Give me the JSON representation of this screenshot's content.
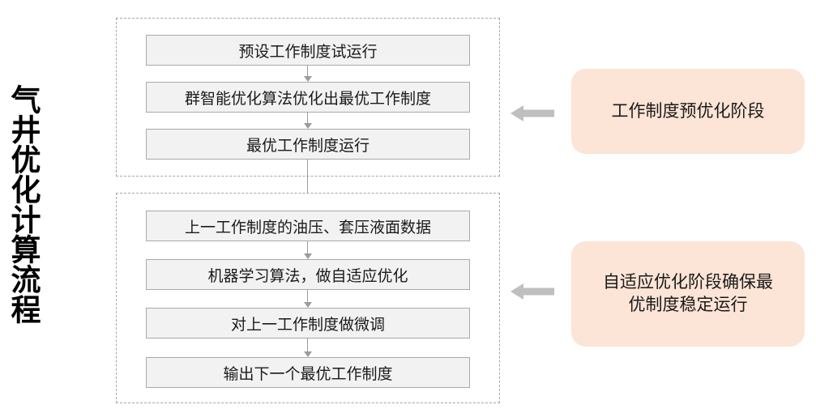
{
  "title": "气井优化计算流程",
  "stage1": {
    "boxes": [
      "预设工作制度试运行",
      "群智能优化算法优化出最优工作制度",
      "最优工作制度运行"
    ],
    "annotation": "工作制度预优化阶段"
  },
  "stage2": {
    "boxes": [
      "上一工作制度的油压、套压液面数据",
      "机器学习算法，做自适应优化",
      "对上一工作制度做微调",
      "输出下一个最优工作制度"
    ],
    "annotation_line1": "自适应优化阶段确保最",
    "annotation_line2": "优制度稳定运行"
  },
  "colors": {
    "box_fill": "#F2F2F2",
    "box_border": "#A9A9A9",
    "container_border_dashed": "#A6A6A6",
    "connector_arrow": "#9C9C9C",
    "annotation_arrow": "#BFBFBF",
    "annotation_fill": "#FCE4D6",
    "text": "#1A1A1A",
    "title_text": "#000000"
  }
}
